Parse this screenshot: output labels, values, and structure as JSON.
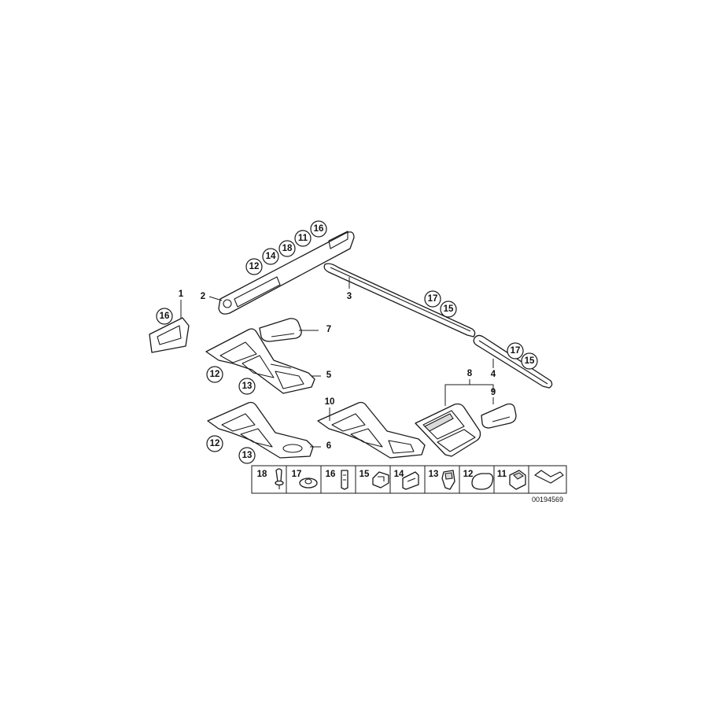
{
  "parts": {
    "p1": "1",
    "p2": "2",
    "p3": "3",
    "p4": "4",
    "p5": "5",
    "p6": "6",
    "p7": "7",
    "p8": "8",
    "p9": "9",
    "p10": "10"
  },
  "bubbles": {
    "left_trim": [
      "16"
    ],
    "dash_trim": [
      "12",
      "14",
      "18",
      "11",
      "16"
    ],
    "strip3": [
      "17",
      "15"
    ],
    "strip4": [
      "17",
      "15"
    ],
    "console5": [
      "12",
      "13"
    ],
    "console6": [
      "12",
      "13"
    ]
  },
  "legend": [
    "18",
    "17",
    "16",
    "15",
    "14",
    "13",
    "12",
    "11"
  ],
  "drawing_number": "00194569"
}
